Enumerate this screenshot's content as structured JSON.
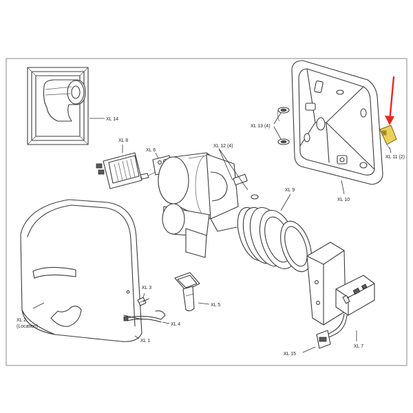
{
  "labels": {
    "xl1": "XL 1",
    "xl2_line1": "XL 2",
    "xl2_line2": "(Location)",
    "xl3": "XL 3",
    "xl4": "XL 4",
    "xl5": "XL 5",
    "xl6": "XL 6",
    "xl7": "XL 7",
    "xl8": "XL 8",
    "xl9": "XL 9",
    "xl10": "XL 10",
    "xl11": "XL 11 (2)",
    "xl12": "XL 12 (4)",
    "xl13": "XL 13 (4)",
    "xl14": "XL 14",
    "xl15": "XL 15"
  },
  "colors": {
    "highlight_arrow": "#e8281e",
    "highlight_part": "#e9d15a",
    "line": "#3a3a3a",
    "frame": "#8a8a8a"
  }
}
